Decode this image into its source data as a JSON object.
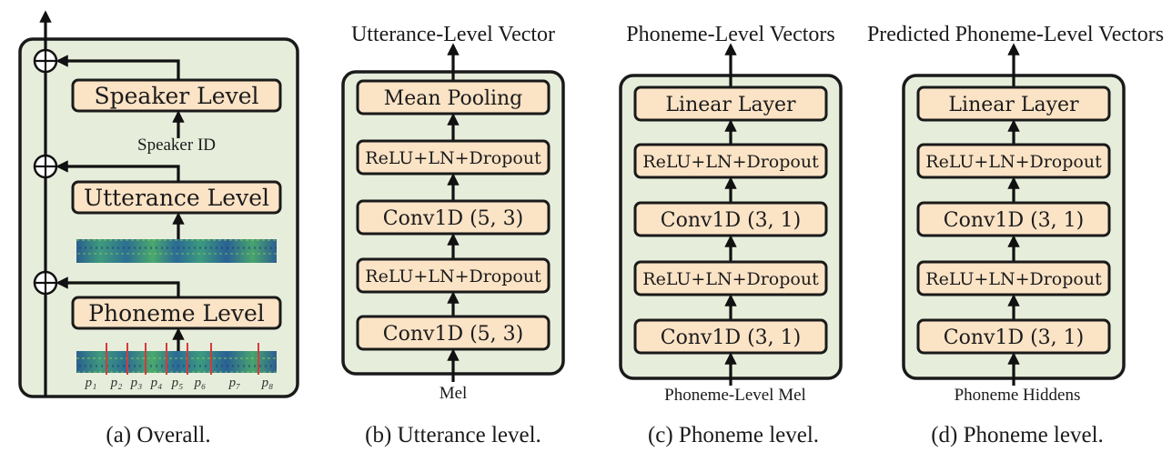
{
  "panel_a": {
    "blocks": [
      "Speaker Level",
      "Utterance Level",
      "Phoneme Level"
    ],
    "speaker_input": "Speaker ID",
    "phoneme_labels": [
      "p₁",
      "p₂",
      "p₃",
      "p₄",
      "p₅",
      "p₆",
      "p₇",
      "p₈"
    ],
    "caption": "(a) Overall."
  },
  "panel_b": {
    "output": "Utterance-Level Vector",
    "blocks": [
      "Mean Pooling",
      "ReLU+LN+Dropout",
      "Conv1D (5, 3)",
      "ReLU+LN+Dropout",
      "Conv1D (5, 3)"
    ],
    "input": "Mel",
    "caption": "(b) Utterance level."
  },
  "panel_c": {
    "output": "Phoneme-Level Vectors",
    "blocks": [
      "Linear Layer",
      "ReLU+LN+Dropout",
      "Conv1D (3, 1)",
      "ReLU+LN+Dropout",
      "Conv1D (3, 1)"
    ],
    "input": "Phoneme-Level Mel",
    "caption": "(c) Phoneme level."
  },
  "panel_d": {
    "output": "Predicted Phoneme-Level Vectors",
    "blocks": [
      "Linear Layer",
      "ReLU+LN+Dropout",
      "Conv1D (3, 1)",
      "ReLU+LN+Dropout",
      "Conv1D (3, 1)"
    ],
    "input": "Phoneme Hiddens",
    "caption": "(d) Phoneme level."
  },
  "colors": {
    "panel_fill": "#e6eedb",
    "block_fill": "#fbe3c6",
    "spectrogram_line": "#d63a3a"
  }
}
